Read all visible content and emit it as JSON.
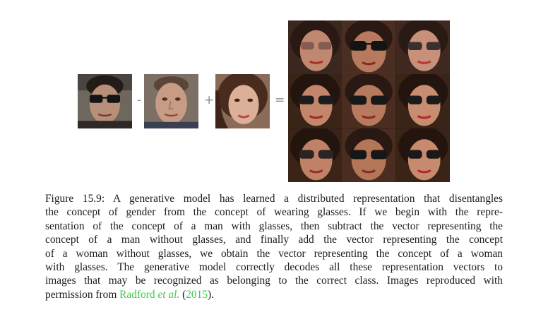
{
  "figure": {
    "operators": [
      "-",
      "+",
      "="
    ],
    "input_faces": [
      "man-with-glasses",
      "man-without-glasses",
      "woman-without-glasses"
    ],
    "result_faces": [
      "woman-with-glasses",
      "woman-with-glasses",
      "woman-with-glasses",
      "woman-with-glasses",
      "woman-with-glasses",
      "woman-with-glasses",
      "woman-with-glasses",
      "woman-with-glasses",
      "woman-with-glasses"
    ],
    "colors": {
      "cite_link": "#3ccb4c",
      "operator": "#8a8a8a"
    }
  },
  "caption": {
    "lines": [
      "Figure 15.9: A generative model has learned a distributed representation that disentangles",
      "the concept of gender from the concept of wearing glasses. If we begin with the repre-",
      "sentation of the concept of a man with glasses, then subtract the vector representing the",
      "concept of a man without glasses, and finally add the vector representing the concept",
      "of a woman without glasses, we obtain the vector representing the concept of a woman",
      "with glasses. The generative model correctly decodes all these representation vectors to",
      "images that may be recognized as belonging to the correct class. Images reproduced with"
    ],
    "last_prefix": "permission from ",
    "cite_author": "Radford ",
    "cite_etal": "et al.",
    "cite_year_open": " (",
    "cite_year": "2015",
    "cite_year_close": ")."
  }
}
